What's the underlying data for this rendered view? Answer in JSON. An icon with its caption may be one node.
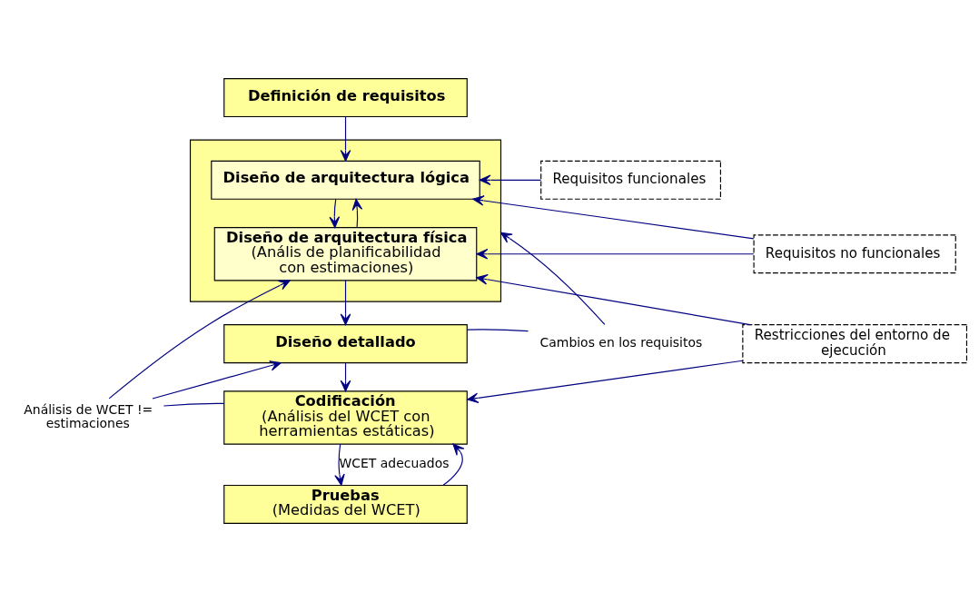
{
  "diagram": {
    "nodes": [
      {
        "text": [
          "Definición de requisitos"
        ]
      },
      {
        "text": [],
        "shape": "box"
      },
      {
        "text": [
          "Diseño de arquitectura lógica"
        ],
        "in": 1
      },
      {
        "text": [
          "Diseño de arquitectura física",
          "(Anális de planificabilidad con estimaciones)"
        ],
        "in": 1
      },
      {
        "text": [
          "Requisitos funcionales"
        ]
      },
      {
        "text": [
          "Requisitos no funcionales"
        ]
      },
      {
        "text": [
          "Restricciones del entorno de ejecución"
        ]
      },
      {
        "text": [
          "Diseño detallado"
        ]
      },
      {
        "text": [
          "Codificación",
          "(Análisis del WCET con herramientas estáticas)"
        ]
      },
      {
        "text": [
          "Pruebas",
          "(Medidas del WCET)"
        ]
      },
      {
        "text": [
          "Cambios en los requisitos"
        ]
      },
      {
        "text": [
          "Análisis de WCET != estimaciones"
        ]
      }
    ],
    "edges": [
      {
        "from": 0,
        "to": 2,
        "arrow": "to"
      },
      {
        "from": 3,
        "to": 2,
        "arrow": "to"
      },
      {
        "from": 2,
        "to": 3,
        "arrow": "to"
      },
      {
        "from": 4,
        "to": 2,
        "arrow": "to"
      },
      {
        "from": 5,
        "to": 2,
        "arrow": "to"
      },
      {
        "from": 5,
        "to": 3,
        "arrow": "to"
      },
      {
        "from": 6,
        "to": 3,
        "arrow": "to"
      },
      {
        "from": 6,
        "to": 8,
        "arrow": "to"
      },
      {
        "from": 3,
        "to": 7,
        "arrow": "to"
      },
      {
        "from": 7,
        "to": 8,
        "arrow": "to"
      },
      {
        "from": 9,
        "to": 8,
        "arrow": "to"
      },
      {
        "from": 8,
        "to": 9,
        "label": "WCET adecuados",
        "arrow": "to"
      },
      {
        "from": 7,
        "to": 10,
        "arrow": "none"
      },
      {
        "from": 10,
        "to": 1,
        "arrow": "to"
      },
      {
        "from": 8,
        "to": 11,
        "arrow": "none"
      },
      {
        "from": 11,
        "to": 7,
        "arrow": "to"
      },
      {
        "from": 11,
        "to": 3,
        "arrow": "to"
      }
    ]
  }
}
